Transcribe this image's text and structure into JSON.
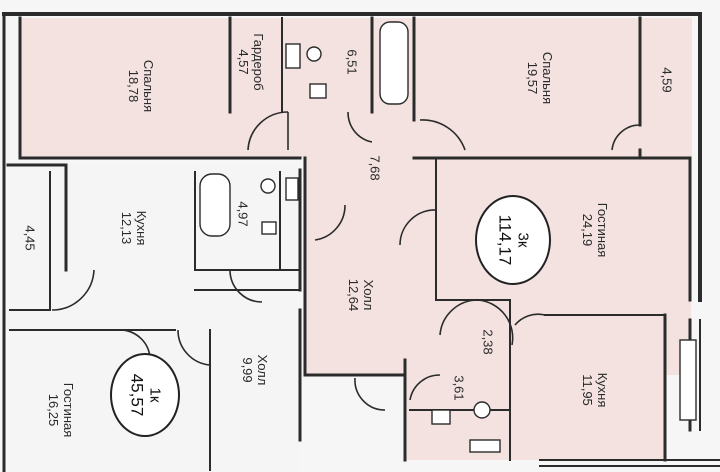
{
  "colors": {
    "apartment_large": "#f3e2e0",
    "apartment_small": "#f5f5f5",
    "walls": "#2b2b2b",
    "frame": "#3a3a3a"
  },
  "apartments": [
    {
      "code": "3к",
      "total_area": "114,17"
    },
    {
      "code": "1к",
      "total_area": "45,57"
    }
  ],
  "rooms": [
    {
      "id": "bedroom-1",
      "name": "Спальня",
      "area": "18,78"
    },
    {
      "id": "wardrobe",
      "name": "Гардероб",
      "area": "4,57"
    },
    {
      "id": "bathroom-1",
      "name": "",
      "area": "6,51"
    },
    {
      "id": "bedroom-2",
      "name": "Спальня",
      "area": "19,57"
    },
    {
      "id": "balcony-1",
      "name": "",
      "area": "4,59"
    },
    {
      "id": "corridor-1",
      "name": "",
      "area": "7,68"
    },
    {
      "id": "living-room-1",
      "name": "Гостиная",
      "area": "24,19"
    },
    {
      "id": "hall-1",
      "name": "Холл",
      "area": "12,64"
    },
    {
      "id": "wc-1",
      "name": "",
      "area": "2,38"
    },
    {
      "id": "bathroom-2",
      "name": "",
      "area": "3,61"
    },
    {
      "id": "kitchen-1",
      "name": "Кухня",
      "area": "11,95"
    },
    {
      "id": "balcony-2",
      "name": "",
      "area": "4,45"
    },
    {
      "id": "kitchen-2",
      "name": "Кухня",
      "area": "12,13"
    },
    {
      "id": "bathroom-3",
      "name": "",
      "area": "4,97"
    },
    {
      "id": "hall-2",
      "name": "Холл",
      "area": "9,99"
    },
    {
      "id": "living-room-2",
      "name": "Гостиная",
      "area": "16,25"
    }
  ]
}
